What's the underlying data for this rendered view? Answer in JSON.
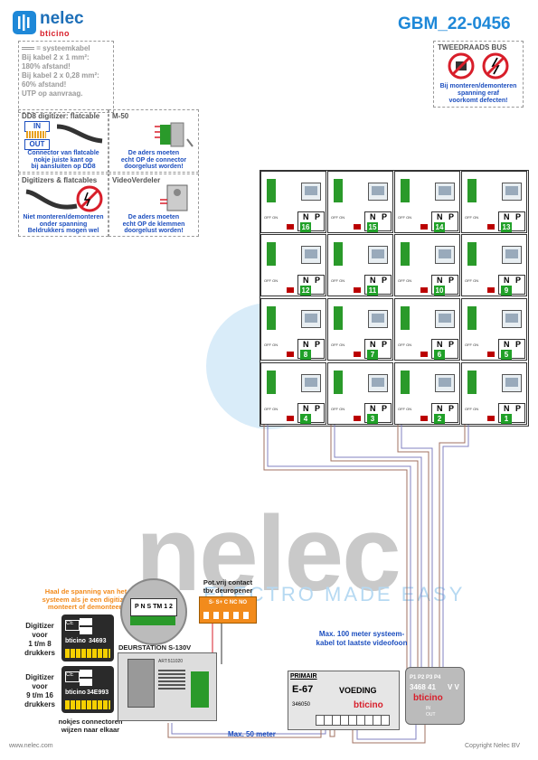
{
  "header": {
    "brand_name": "nelec",
    "brand_tagline": "bticino",
    "doc_id": "GBM_22-0456"
  },
  "note_cable": {
    "line1": "= systeemkabel",
    "line2": "Bij kabel 2 x 1 mm²:",
    "line3": "180% afstand!",
    "line4": "Bij kabel 2 x 0,28 mm²:",
    "line5": "60% afstand!",
    "line6": "UTP op aanvraag."
  },
  "note_dd8": {
    "title": "DD8 digitizer: flatcable",
    "in_label": "IN",
    "out_label": "OUT",
    "text1": "Connector van flatcable",
    "text2": "nokje juiste kant op",
    "text3": "bij aansluiten op DD8"
  },
  "note_m50": {
    "title": "M-50",
    "text1": "De aders moeten",
    "text2": "echt OP de connector",
    "text3": "doorgelust worden!"
  },
  "note_flatcables": {
    "title": "Digitizers & flatcables",
    "text1": "Niet monteren/demonteren",
    "text2": "onder spanning",
    "text3": "Beldrukkers mogen wel"
  },
  "note_vv": {
    "title": "VideoVerdeler",
    "text1": "De aders moeten",
    "text2": "echt OP de klemmen",
    "text3": "doorgelust worden!"
  },
  "note_bus": {
    "title": "TWEEDRAADS BUS",
    "text1": "Bij monteren/demonteren",
    "text2": "spanning eraf",
    "text3": "voorkomt defecten!"
  },
  "intercom": {
    "np_n": "N",
    "np_p": "P",
    "offon": "OFF ON",
    "numbers": [
      "16",
      "15",
      "14",
      "13",
      "12",
      "11",
      "10",
      "9",
      "8",
      "7",
      "6",
      "5",
      "4",
      "3",
      "2",
      "1"
    ]
  },
  "lower": {
    "haal1": "Haal de spanning van het",
    "haal2": "systeem als je een digitizer",
    "haal3": "monteert of demonteert",
    "dig1_a": "Digitizer",
    "dig1_b": "voor",
    "dig1_c": "1 t/m 8",
    "dig1_d": "drukkers",
    "dig2_a": "Digitizer",
    "dig2_b": "voor",
    "dig2_c": "9 t/m 16",
    "dig2_d": "drukkers",
    "dig1_code": "34693",
    "dig2_code": "34E993",
    "nokjes1": "nokjes connectoren",
    "nokjes2": "wijzen naar elkaar",
    "deurstation": "DEURSTATION S-130V",
    "deurstation_code": "ART:511020",
    "potvrij1": "Pot.vrij contact",
    "potvrij2": "tbv deuropener",
    "pot_terms": "S- S+ C NC NO",
    "connector_labels": "P N S TM 1 2",
    "max100_1": "Max. 100 meter systeem-",
    "max100_2": "kabel tot laatste videofoon",
    "max50": "Max. 50 meter",
    "primair": "PRIMAIR",
    "e67": "E-67",
    "e67_code": "346050",
    "voeding": "VOEDING",
    "vv_terms": "P1 P2 P3 P4",
    "vv_code": "3468 41",
    "vv_vv": "V V",
    "vv_in": "IN",
    "vv_out": "OUT",
    "bticino": "bticino"
  },
  "watermark": {
    "word": "nelec",
    "tagline": "ELECTRO MADE EASY"
  },
  "footer": {
    "left": "www.nelec.com",
    "right": "Copyright Nelec BV"
  },
  "colors": {
    "accent": "#1e88d8",
    "warning_text": "#1d4fbf",
    "orange": "#f28b1c",
    "terminal_green": "#2a9a2a",
    "bticino_red": "#d81e2a"
  }
}
